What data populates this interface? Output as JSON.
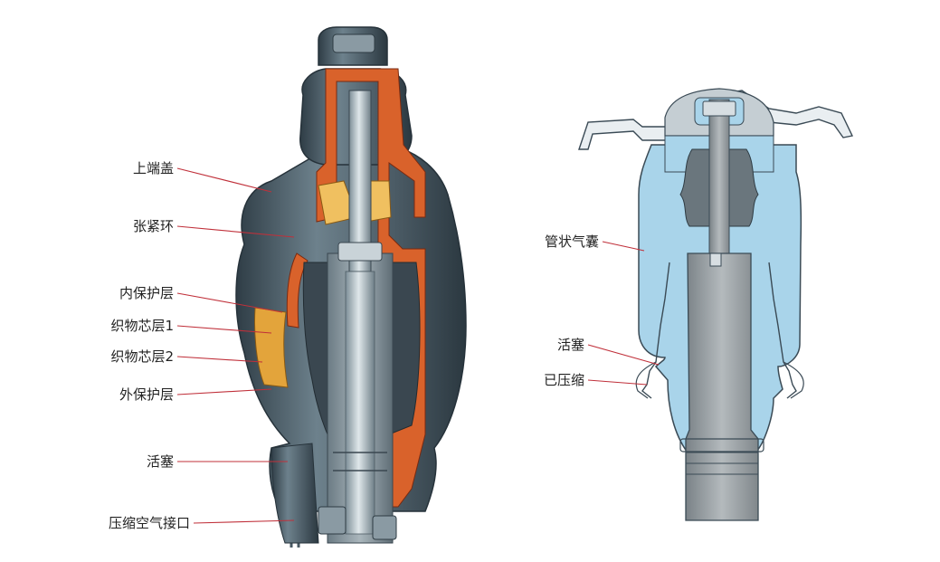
{
  "left_figure": {
    "labels": {
      "top_cap": "上端盖",
      "clamp_ring": "张紧环",
      "inner_layer": "内保护层",
      "fabric_layer_1": "织物芯层1",
      "fabric_layer_2": "织物芯层2",
      "outer_layer": "外保护层",
      "piston": "活塞",
      "air_port": "压缩空气接口"
    }
  },
  "right_figure": {
    "labels": {
      "tubular_airbag": "管状气囊",
      "piston": "活塞",
      "compressed": "已压缩"
    }
  },
  "colors": {
    "leader_line": "#c0303a",
    "rubber_dark": "#3f4f59",
    "rubber_mid": "#5d707b",
    "metal_light": "#b9c6cc",
    "cutaway_orange": "#d9622b",
    "fabric_gold": "#e3a43b",
    "air_blue": "#a9d4ea",
    "outline": "#3a4a55"
  }
}
